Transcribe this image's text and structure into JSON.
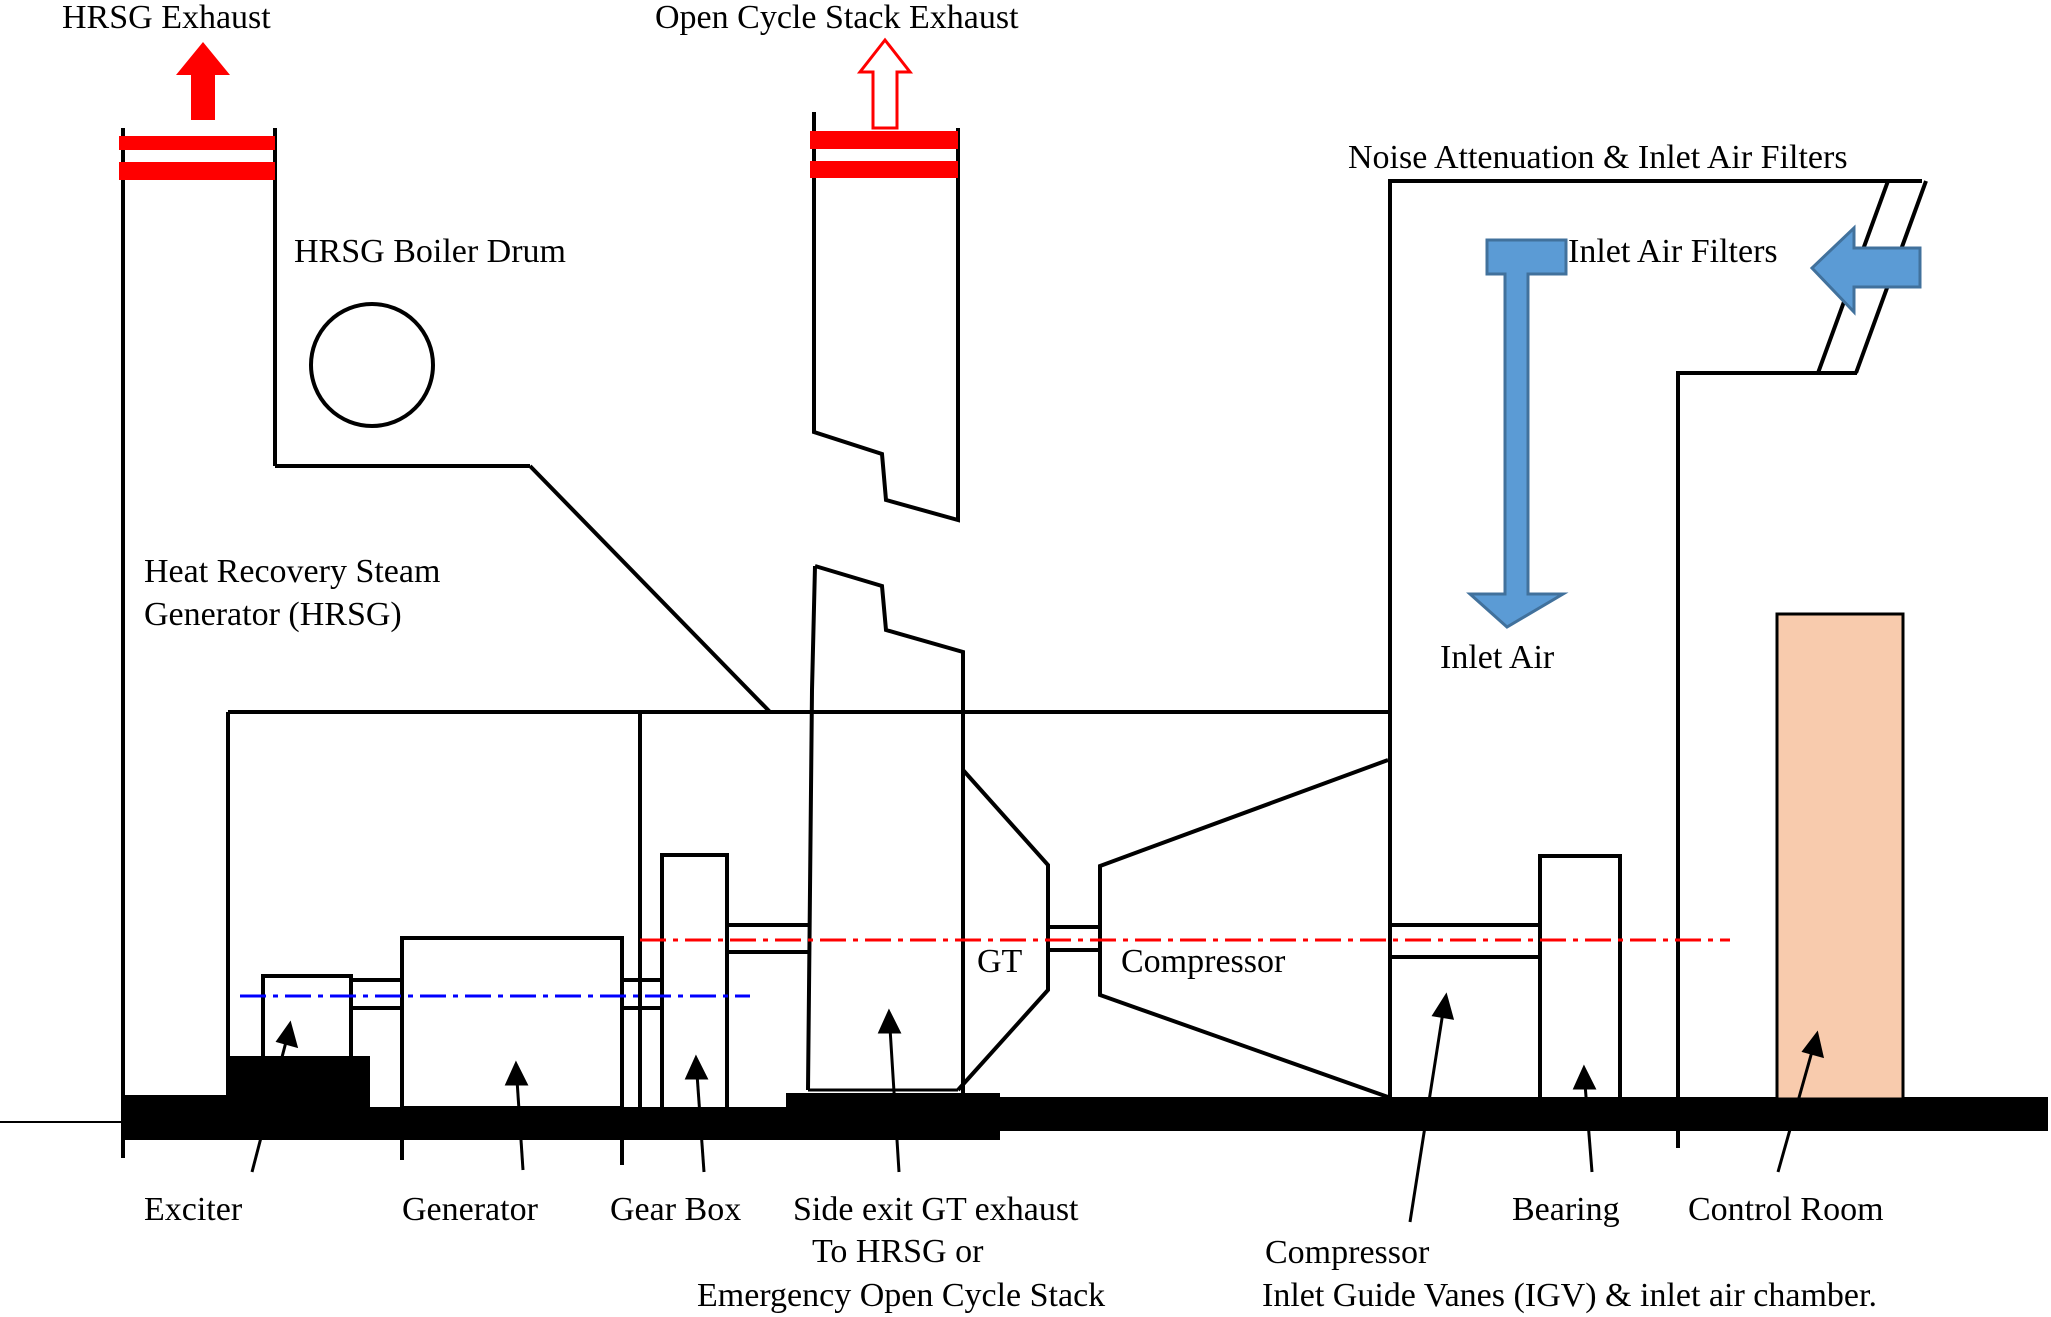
{
  "labels": {
    "hrsg_exhaust": "HRSG Exhaust",
    "open_cycle_stack_exhaust": "Open Cycle Stack Exhaust",
    "noise_attenuation": "Noise Attenuation & Inlet Air Filters",
    "hrsg_boiler_drum": "HRSG Boiler Drum",
    "inlet_air_filters": "Inlet Air Filters",
    "hrsg_line1": "Heat Recovery Steam",
    "hrsg_line2": "Generator (HRSG)",
    "inlet_air": "Inlet Air",
    "gt": "GT",
    "compressor": "Compressor",
    "exciter": "Exciter",
    "generator": "Generator",
    "gear_box": "Gear Box",
    "side_exit_line1": "Side exit GT exhaust",
    "side_exit_line2": "To HRSG or",
    "side_exit_line3": "Emergency Open Cycle Stack",
    "bearing": "Bearing",
    "control_room": "Control Room",
    "compressor_bottom": "Compressor",
    "igv_line": "Inlet Guide Vanes (IGV) & inlet air chamber."
  },
  "colors": {
    "exhaust_red": "#ff0000",
    "inlet_blue": "#5b9bd5",
    "inlet_blue_edge": "#41719c",
    "control_room_fill": "#f8cbad",
    "generator_axis": "#0000ff",
    "turbine_axis": "#ff0000",
    "line": "#000000"
  }
}
